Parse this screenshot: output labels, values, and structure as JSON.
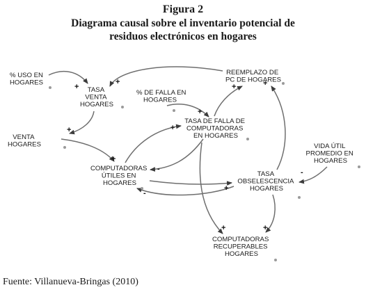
{
  "figure": {
    "label": "Figura 2",
    "title_lines": [
      "Diagrama causal sobre el inventario potencial de",
      "residuos electrónicos en hogares"
    ]
  },
  "diagram": {
    "nodes": [
      {
        "id": "uso",
        "lines": [
          "% USO EN",
          "HOGARES"
        ]
      },
      {
        "id": "tasa_venta",
        "lines": [
          "TASA",
          "VENTA",
          "HOGARES"
        ]
      },
      {
        "id": "reemplazo",
        "lines": [
          "REEMPLAZO DE",
          "PC DE HOGARES"
        ]
      },
      {
        "id": "falla",
        "lines": [
          "% DE FALLA EN",
          "HOGARES"
        ]
      },
      {
        "id": "tasa_falla",
        "lines": [
          "TASA DE FALLA DE",
          "COMPUTADORAS",
          "EN HOGARES"
        ]
      },
      {
        "id": "venta",
        "lines": [
          "VENTA",
          "HOGARES"
        ]
      },
      {
        "id": "utiles",
        "lines": [
          "COMPUTADORAS",
          "ÚTILES EN",
          "HOGARES"
        ]
      },
      {
        "id": "vida",
        "lines": [
          "VIDA ÚTIL",
          "PROMEDIO EN",
          "HOGARES"
        ]
      },
      {
        "id": "obsolescencia",
        "lines": [
          "TASA",
          "OBSELESCENCIA",
          "HOGARES"
        ]
      },
      {
        "id": "recuperables",
        "lines": [
          "COMPUTADORAS",
          "RECUPERABLES",
          "HOGARES"
        ]
      }
    ],
    "links": [
      {
        "from": "uso",
        "to": "tasa_venta",
        "polarity": "+"
      },
      {
        "from": "reemplazo",
        "to": "tasa_venta",
        "polarity": "+"
      },
      {
        "from": "tasa_venta",
        "to": "venta",
        "polarity": "+"
      },
      {
        "from": "venta",
        "to": "utiles",
        "polarity": "+"
      },
      {
        "from": "utiles",
        "to": "tasa_falla",
        "polarity": "+"
      },
      {
        "from": "falla",
        "to": "tasa_falla",
        "polarity": "+"
      },
      {
        "from": "tasa_falla",
        "to": "reemplazo",
        "polarity": "+"
      },
      {
        "from": "tasa_falla",
        "to": "utiles",
        "polarity": "-"
      },
      {
        "from": "obsolescencia",
        "to": "reemplazo",
        "polarity": "+"
      },
      {
        "from": "vida",
        "to": "obsolescencia",
        "polarity": "-"
      },
      {
        "from": "utiles",
        "to": "obsolescencia",
        "polarity": "+"
      },
      {
        "from": "obsolescencia",
        "to": "utiles",
        "polarity": "-"
      },
      {
        "from": "tasa_falla",
        "to": "recuperables",
        "polarity": "+"
      },
      {
        "from": "obsolescencia",
        "to": "recuperables",
        "polarity": "+"
      }
    ]
  },
  "source": "Fuente: Villanueva-Bringas (2010)",
  "colors": {
    "arrow": "#6e6e6e",
    "text": "#1a1a1a",
    "background": "#ffffff"
  }
}
